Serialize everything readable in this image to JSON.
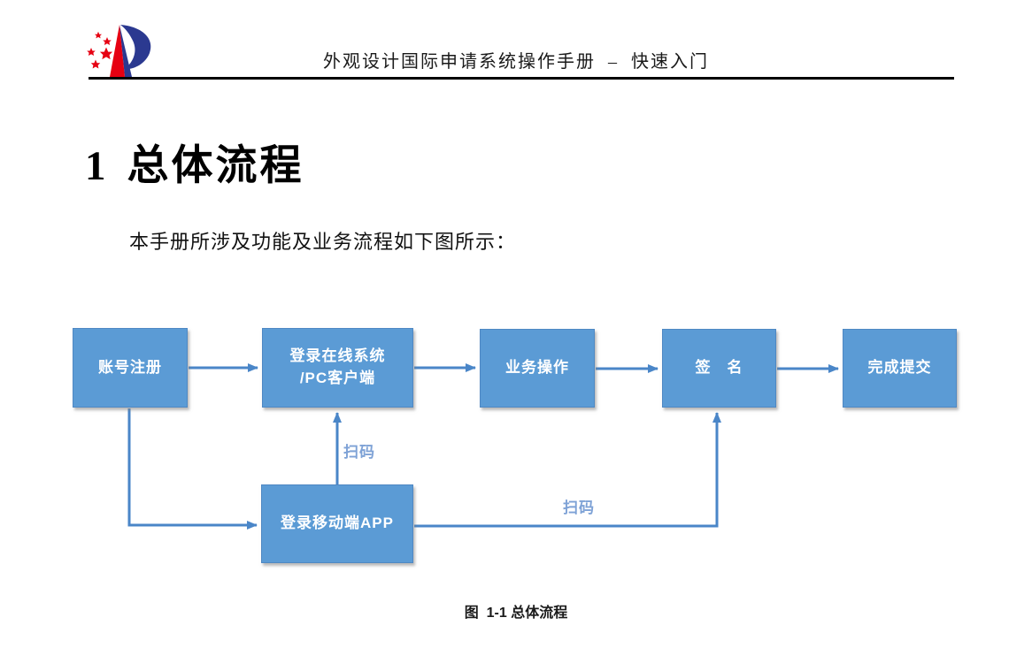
{
  "header": {
    "logo_name": "cnipa-logo",
    "title": "外观设计国际申请系统操作手册  –  快速入门"
  },
  "heading": {
    "number": "1",
    "text": "总体流程"
  },
  "intro": "本手册所涉及功能及业务流程如下图所示：",
  "flowchart": {
    "nodes": [
      {
        "id": "account-register",
        "label": "账号注册"
      },
      {
        "id": "login-online-system",
        "label": "登录在线系统\n/PC客户端"
      },
      {
        "id": "business-operation",
        "label": "业务操作"
      },
      {
        "id": "sign",
        "label": "签　名"
      },
      {
        "id": "complete-submit",
        "label": "完成提交"
      },
      {
        "id": "login-mobile-app",
        "label": "登录移动端APP"
      }
    ],
    "edges": [
      {
        "from": "account-register",
        "to": "login-online-system",
        "label": ""
      },
      {
        "from": "login-online-system",
        "to": "business-operation",
        "label": ""
      },
      {
        "from": "business-operation",
        "to": "sign",
        "label": ""
      },
      {
        "from": "sign",
        "to": "complete-submit",
        "label": ""
      },
      {
        "from": "account-register",
        "to": "login-mobile-app",
        "label": ""
      },
      {
        "from": "login-mobile-app",
        "to": "login-online-system",
        "label": "扫码"
      },
      {
        "from": "login-mobile-app",
        "to": "sign",
        "label": "扫码"
      }
    ],
    "colors": {
      "node_fill": "#5b9bd5",
      "node_border": "#4f88c3",
      "node_text": "#ffffff",
      "arrow": "#4a86c8",
      "edge_label": "#7ea2d6"
    }
  },
  "caption": "图  1-1 总体流程",
  "brand_colors": {
    "logo_red": "#e60012",
    "logo_blue": "#2b3990"
  }
}
